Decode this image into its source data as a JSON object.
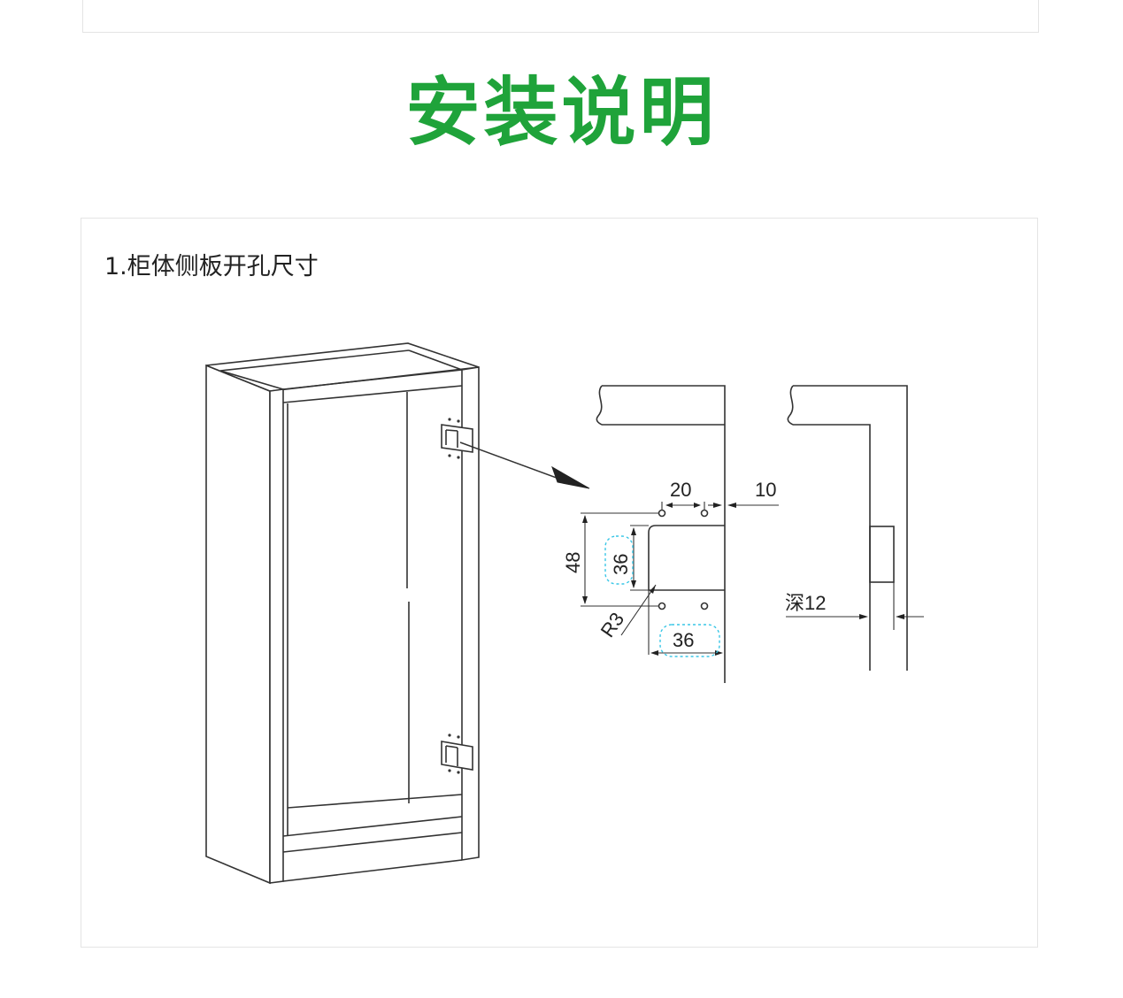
{
  "header": {
    "title": "安装说明",
    "title_color": "#1fa33a"
  },
  "section": {
    "heading": "1.柜体侧板开孔尺寸"
  },
  "dimensions": {
    "dim_20": "20",
    "dim_10": "10",
    "dim_48": "48",
    "dim_36_vertical": "36",
    "dim_r3": "R3",
    "dim_36_horizontal": "36",
    "depth": "深12"
  },
  "colors": {
    "line": "#333333",
    "highlight": "#39c6e6",
    "border": "#e4e4e4"
  }
}
